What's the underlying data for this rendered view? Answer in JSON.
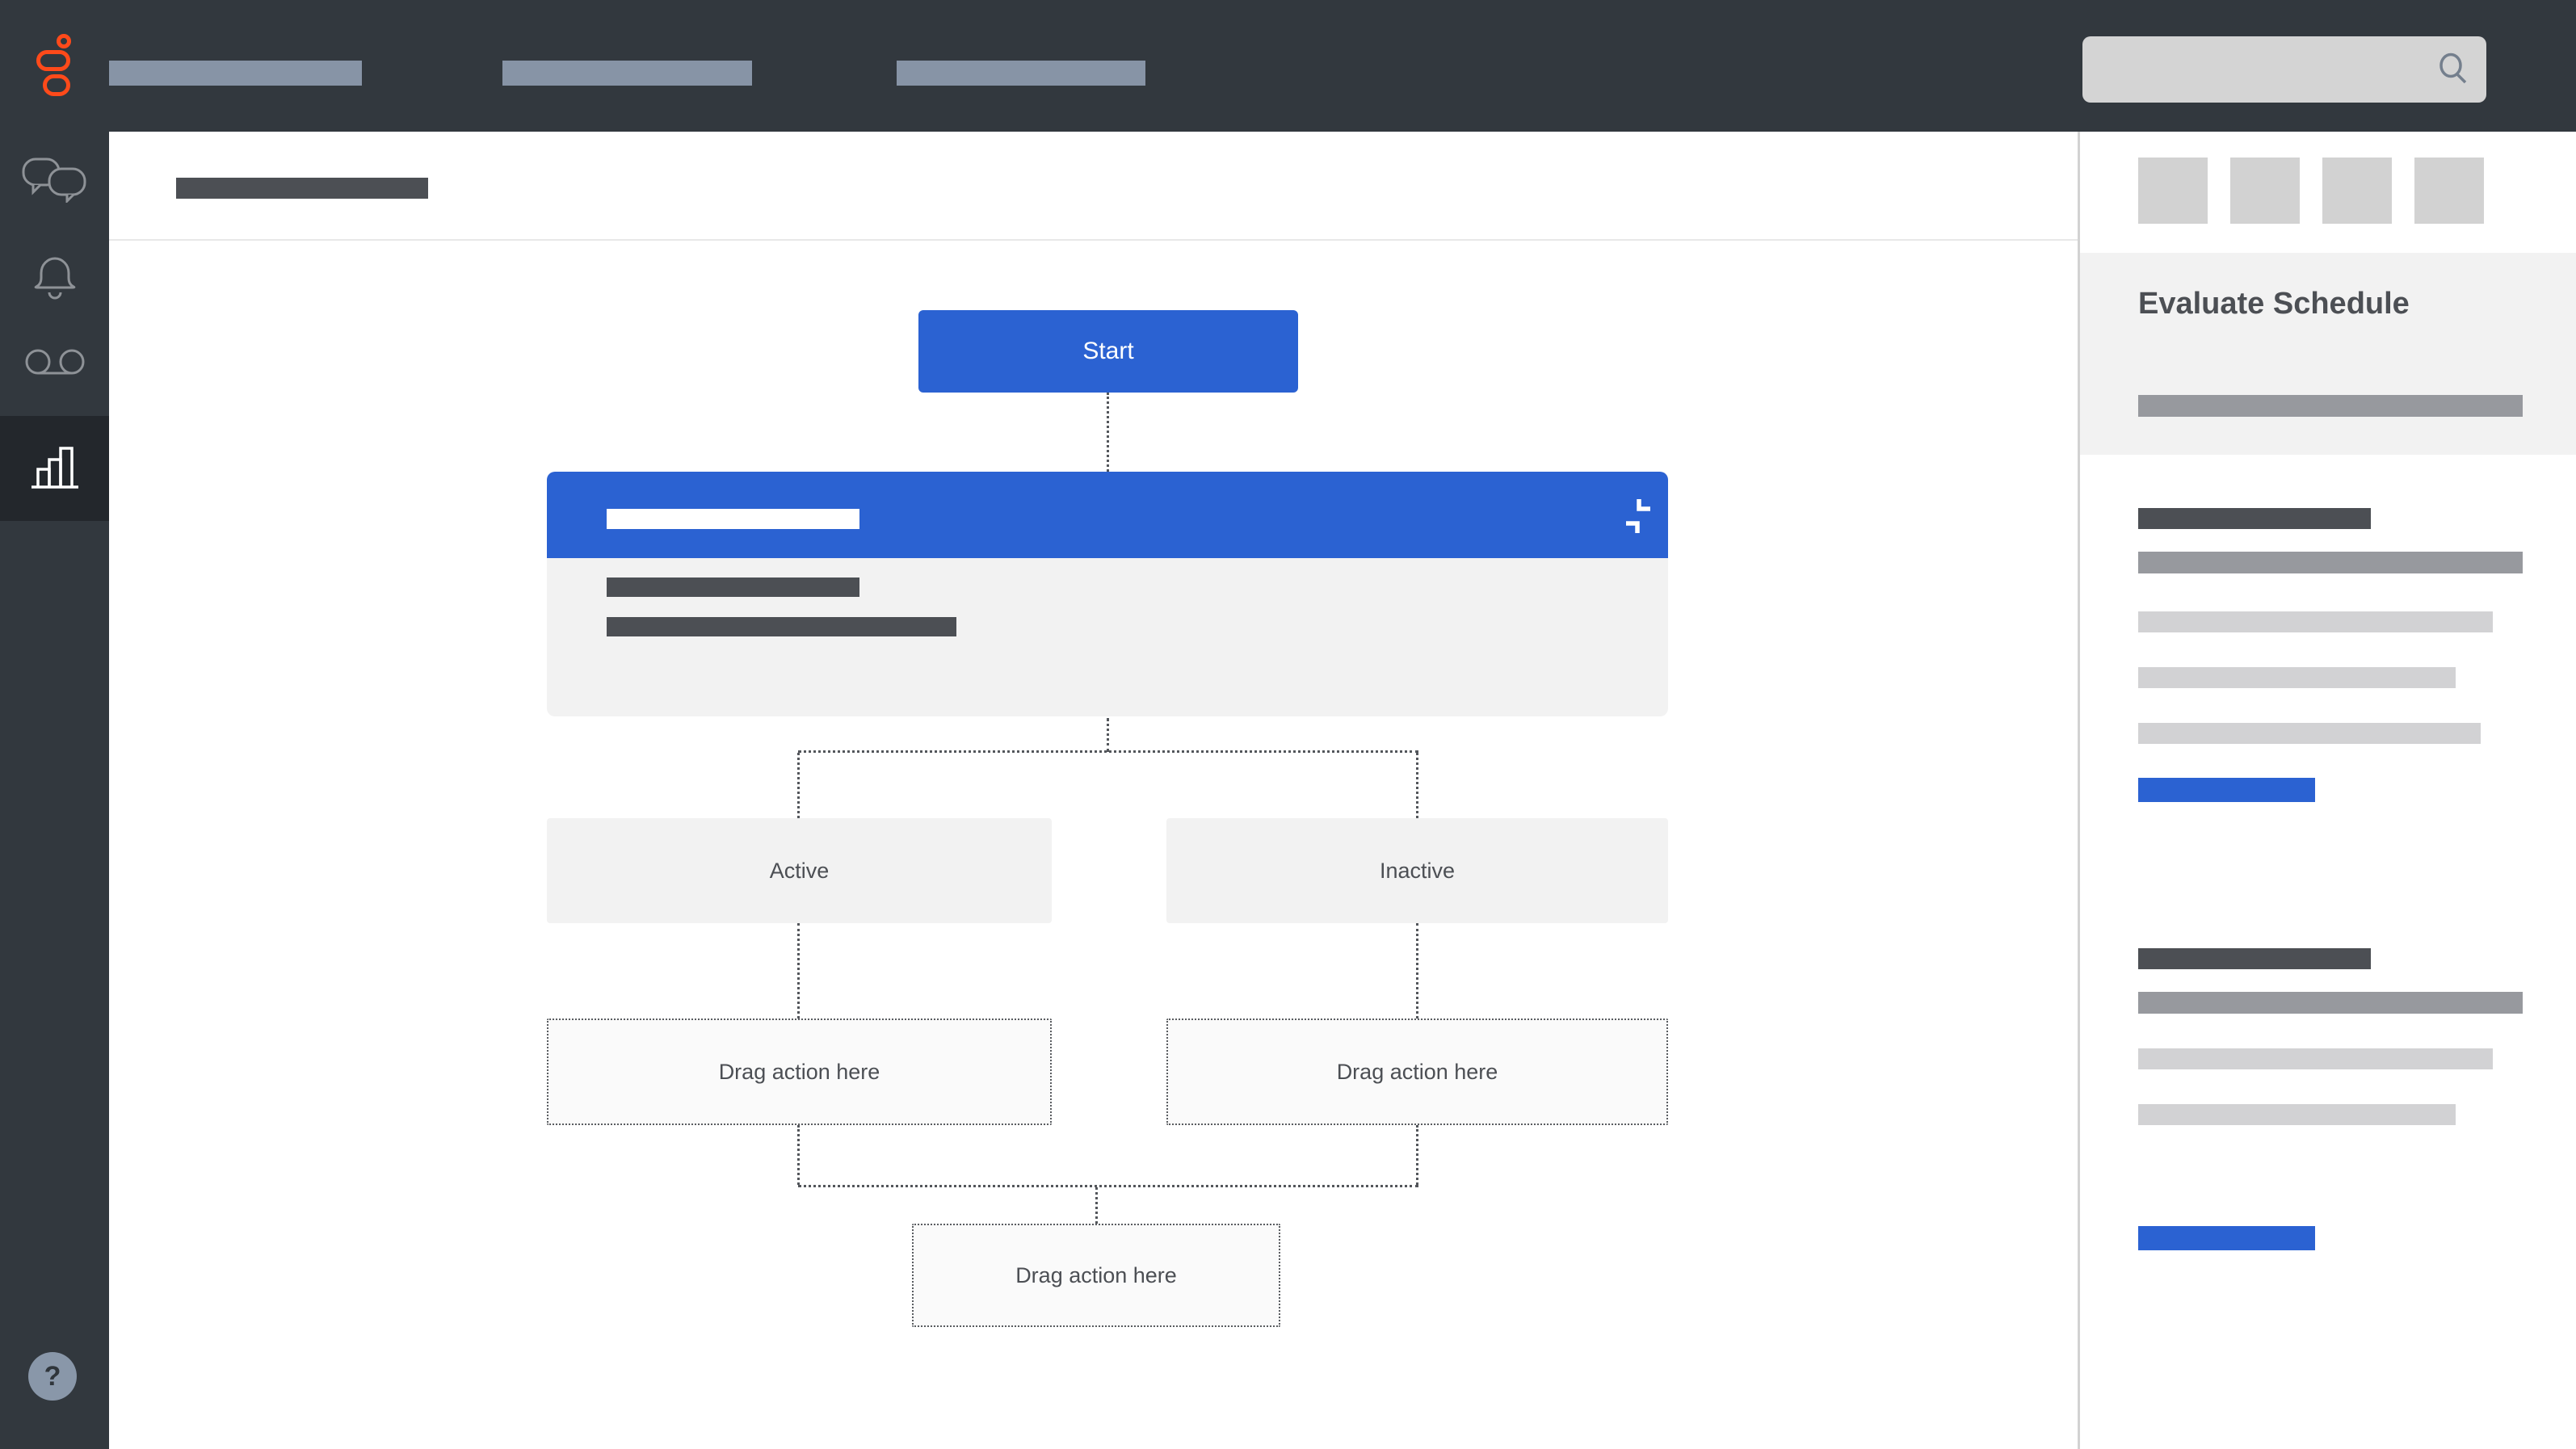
{
  "topbar": {
    "nav_placeholders": [
      "",
      "",
      ""
    ],
    "search": {
      "value": ""
    }
  },
  "sidebar": {
    "items": [
      {
        "icon": "chat-icon",
        "active": false
      },
      {
        "icon": "bell-icon",
        "active": false
      },
      {
        "icon": "voicemail-icon",
        "active": false
      },
      {
        "icon": "bar-chart-icon",
        "active": true
      }
    ],
    "help_label": "?"
  },
  "flow": {
    "start_label": "Start",
    "branches": [
      {
        "label": "Active"
      },
      {
        "label": "Inactive"
      }
    ],
    "drop_zones": [
      {
        "label": "Drag action here"
      },
      {
        "label": "Drag action here"
      },
      {
        "label": "Drag action here"
      }
    ]
  },
  "panel": {
    "title": "Evaluate Schedule"
  },
  "colors": {
    "topbar-bg": "#32383E",
    "sidebar-active-bg": "#23272C",
    "orange": "#FF4A1A",
    "blue": "#2B62D2",
    "surface-gray": "#F2F2F2",
    "ph-dark": "#4C4F54",
    "ph-med": "#97999E",
    "ph-light": "#D2D2D4",
    "nav-ph": "#8794A6",
    "search-bg": "#D4D4D4",
    "help-bg": "#8997A9",
    "line": "#53565B",
    "text": "#4C4F54"
  }
}
